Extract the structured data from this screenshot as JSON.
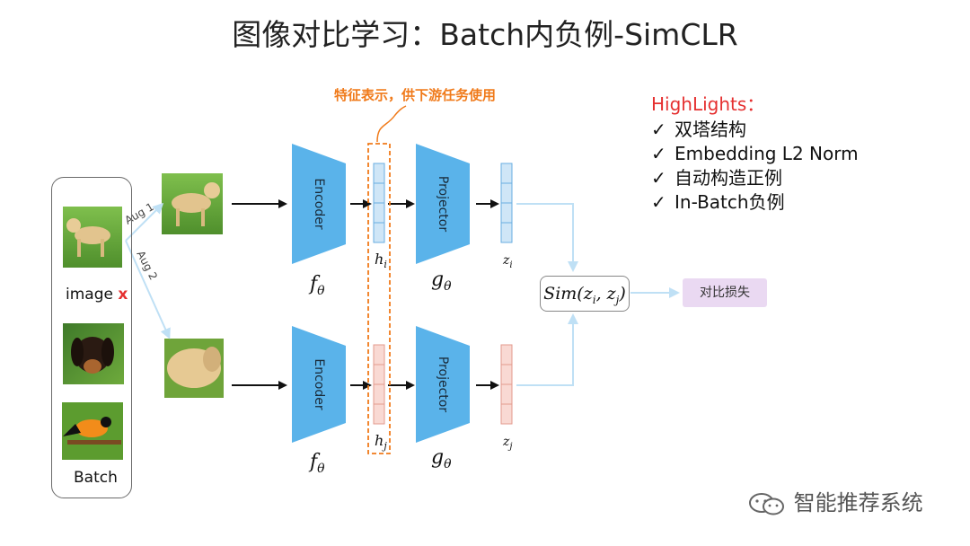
{
  "title": "图像对比学习：Batch内负例-SimCLR",
  "batch": {
    "image_label": "image",
    "image_mark": "x",
    "batch_label": "Batch"
  },
  "aug": {
    "aug1": "Aug 1",
    "aug2": "Aug 2"
  },
  "encoder": {
    "label": "Encoder",
    "symbol": "f",
    "subscript": "θ"
  },
  "projector": {
    "label": "Projector",
    "symbol": "g",
    "subscript": "θ"
  },
  "vectors": {
    "h_i": "h",
    "h_i_sub": "i",
    "h_j": "h",
    "h_j_sub": "j",
    "z_i": "z",
    "z_i_sub": "i",
    "z_j": "z",
    "z_j_sub": "j"
  },
  "feature_note": "特征表示，供下游任务使用",
  "sim_label": "Sim(zi, zj)",
  "loss_label": "对比损失",
  "highlights": {
    "title": "HighLights：",
    "check": "✓",
    "items": [
      "双塔结构",
      "Embedding L2 Norm",
      "自动构造正例",
      "In-Batch负例"
    ]
  },
  "watermark": "智能推荐系统",
  "colors": {
    "encoder_blue": "#5ab3ea",
    "vec_blue": "#cfe6f7",
    "vec_blue_border": "#6aaee0",
    "vec_pink": "#f9d9d3",
    "vec_pink_border": "#e39a8e",
    "arrow_light": "#bfe0f5",
    "orange": "#f07a1a",
    "loss_box": "#ead9f2",
    "red": "#e53030"
  }
}
